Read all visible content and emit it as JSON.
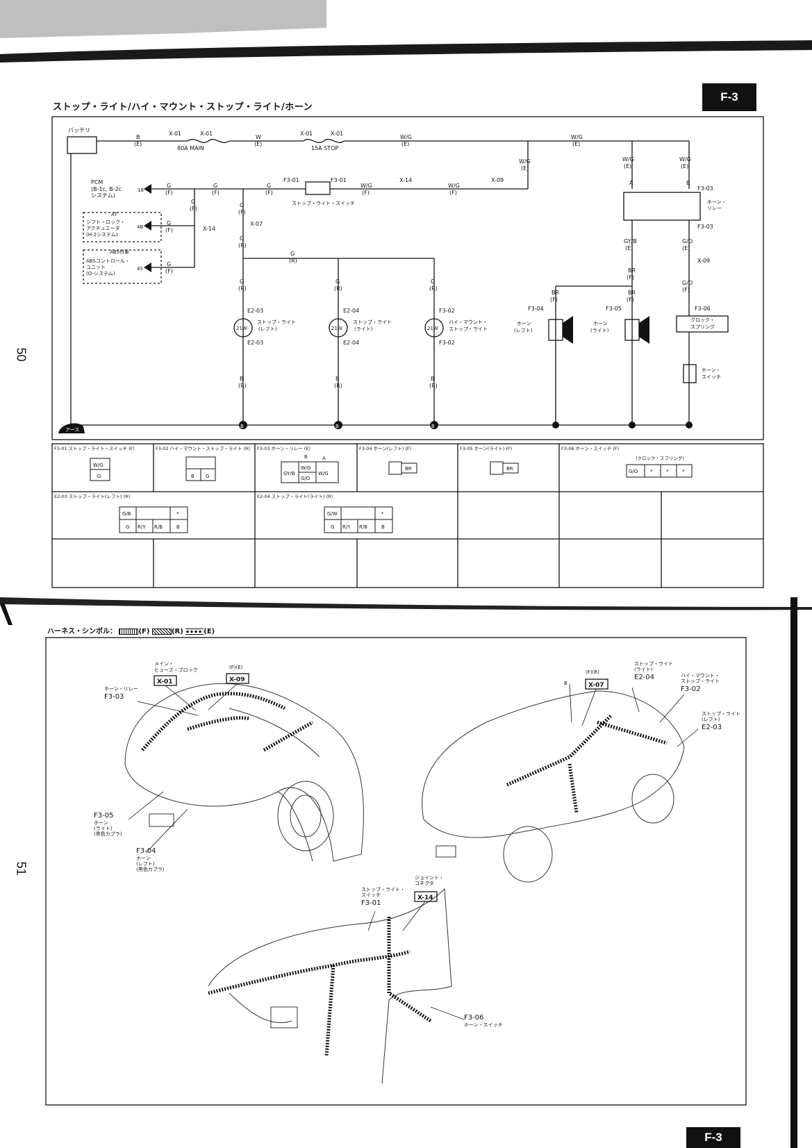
{
  "header": {
    "tab": "F-3",
    "title": "ストップ・ライト/ハイ・マウント・ストップ・ライト/ホーン"
  },
  "footer": {
    "tab": "F-3"
  },
  "page_numbers": {
    "top": "50",
    "bottom": "51"
  },
  "harness_symbol": "ハーネス・シンボル：",
  "harness_legend": [
    "(F)",
    "(R)",
    "(E)"
  ],
  "schematic": {
    "battery": "バッテリ",
    "fuse_main": "80A MAIN",
    "fuse_stop": "15A STOP",
    "x01": "X-01",
    "x07": "X-07",
    "x09": "X-09",
    "x14": "X-14",
    "pcm": "PCM",
    "pcm_sub": "(B-1c, B-2c",
    "pcm_sub2": "システム)",
    "at": "AT",
    "shift_lock": "シフト・ロック・",
    "shift_lock2": "アクチュエータ",
    "shift_lock3": "(H-2システム)",
    "abs": "ABS付車",
    "abs_unit": "ABSコントロール・",
    "abs_unit2": "ユニット",
    "abs_unit3": "(O-システム)",
    "stop_switch": "ストップ・ライト・スイッチ",
    "stop_left": "ストップ・ライト",
    "stop_left2": "(レフト)",
    "stop_right": "ストップ・ライト",
    "stop_right2": "(ライト)",
    "high_mount": "ハイ・マウント・",
    "high_mount2": "ストップ・ライト",
    "horn_relay": "ホーン・",
    "horn_relay2": "リレー",
    "horn_left": "ホーン",
    "horn_left2": "(レフト)",
    "horn_right": "ホーン",
    "horn_right2": "(ライト)",
    "clock_spring": "クロック・",
    "clock_spring2": "スプリング",
    "horn_switch": "ホーン・",
    "horn_switch2": "スイッチ",
    "ground": "アース",
    "bulb": "21W",
    "w_b": "B",
    "w_e": "(E)",
    "w_w": "W",
    "w_wg": "W/G",
    "w_g": "G",
    "w_f": "(F)",
    "w_r": "(R)",
    "w_gyb": "GY/B",
    "w_go": "G/O",
    "w_br": "BR",
    "f301": "F3-01",
    "f302": "F3-02",
    "f303": "F3-03",
    "f304": "F3-04",
    "f305": "F3-05",
    "f306": "F3-06",
    "e203": "E2-03",
    "e204": "E2-04",
    "n18": "18",
    "n4b": "4B",
    "n4s": "4S",
    "pin_a": "A",
    "pin_b": "B",
    "gnd_b": "B"
  },
  "connectors": {
    "f301": "F3-01 ストップ・ライト・スイッチ (F)",
    "f302": "F3-02 ハイ・マウント・ストップ・ライト (R)",
    "f303": "F3-03 ホーン・リレー (E)",
    "f304": "F3-04 ホーン(レフト) (F)",
    "f305": "F3-05 ホーン(ライト) (F)",
    "f306": "F3-06 ホーン・スイッチ (F)",
    "e203": "E2-03 ストップ・ライト(レフト) (R)",
    "e204": "E2-04 ストップ・ライト(ライト) (R)",
    "clock": "(クロック・スプリング)",
    "p_wg": "W/G",
    "p_g": "G",
    "p_b": "B",
    "p_br": "BR",
    "p_gyb": "GY/B",
    "p_go": "G/O",
    "p_star": "*",
    "p_gb": "G/B",
    "p_gw": "G/W",
    "p_ry": "R/Y",
    "p_rb": "R/B",
    "p_a": "A"
  },
  "locator": {
    "main_fuse": "メイン・",
    "main_fuse2": "ヒューズ・ブロック",
    "fe": "(F)(E)",
    "fr": "(F)(R)",
    "horn_relay": "ホーン・リレー",
    "f303": "F3-03",
    "x01": "X-01",
    "x09": "X-09",
    "x07": "X-07",
    "x14": "X-14",
    "f305": "F3-05",
    "f305a": "ホーン",
    "f305b": "(ライト)",
    "f305c": "(黒色カプラ)",
    "f304": "F3-04",
    "f304a": "ホーン",
    "f304b": "(レフト)",
    "f304c": "(黒色カプラ)",
    "e204": "E2-04",
    "e204a": "ストップ・ライト",
    "e204b": "(ライト)",
    "f302": "F3-02",
    "f302a": "ハイ・マウント・",
    "f302b": "ストップ・ライト",
    "e203": "E2-03",
    "e203a": "ストップ・ライト",
    "e203b": "(レフト)",
    "ground": "B",
    "f301": "F3-01",
    "f301a": "ストップ・ライト・",
    "f301b": "スイッチ",
    "joint": "ジョイント・",
    "joint2": "コネクタ",
    "f306": "F3-06",
    "f306a": "ホーン・スイッチ"
  }
}
